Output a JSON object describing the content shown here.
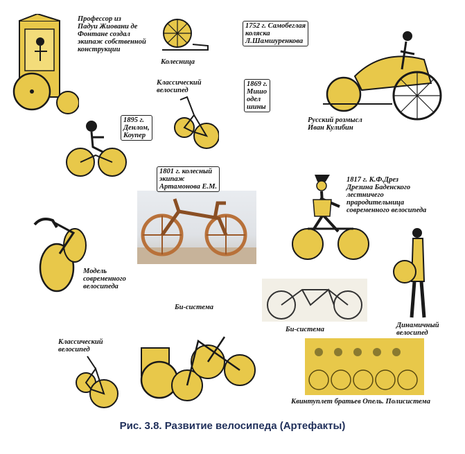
{
  "caption": "Рис. 3.8. Развитие велосипеда  (Артефакты)",
  "colors": {
    "gold": "#e8c84a",
    "ink": "#1a1a1a",
    "caption": "#1f2f5a",
    "wood": "#b8713a"
  },
  "labels": [
    {
      "name": "fontana",
      "text": "Профессор из\nПадуи Жиовани де\nФонтане создал\nэкипаж собственной\nконструкции",
      "boxed": false
    },
    {
      "name": "kolesnitsa",
      "text": "Колесница",
      "boxed": false
    },
    {
      "name": "shamshurenkov",
      "text": "1752 г. Самобеглая\nколяска\nЛ.Шамшуренкова",
      "boxed": true
    },
    {
      "name": "classic1",
      "text": "Классический\nвелосипед",
      "boxed": false
    },
    {
      "name": "misho",
      "text": "1869 г.\nМишо\nодел\nшины",
      "boxed": true
    },
    {
      "name": "kulibin",
      "text": "Русский розмысл\nИван Кулибин",
      "boxed": false
    },
    {
      "name": "dunlop",
      "text": "1895 г.\nДенлом,\nКоупер",
      "boxed": true
    },
    {
      "name": "artamonov",
      "text": "1801 г. колесный\nэкипаж\nАртамонова Е.М.",
      "boxed": true
    },
    {
      "name": "drez",
      "text": "1817 г. К.Ф.Дрез\nДрезина Баденского\nлестничего\nпрародительница\nсовременного велосипеда",
      "boxed": false
    },
    {
      "name": "modern",
      "text": "Модель\nсовременного\nвелосипеда",
      "boxed": false
    },
    {
      "name": "bisystem-top",
      "text": "Би-система",
      "boxed": false
    },
    {
      "name": "bisystem-right",
      "text": "Би-система",
      "boxed": false
    },
    {
      "name": "dynamic",
      "text": "Динамичный\nвелосипед",
      "boxed": false
    },
    {
      "name": "classic2",
      "text": "Классический\nвелосипед",
      "boxed": false
    },
    {
      "name": "opel",
      "text": "Квинтуплет братьев Опель. Полисистема",
      "boxed": false
    }
  ]
}
